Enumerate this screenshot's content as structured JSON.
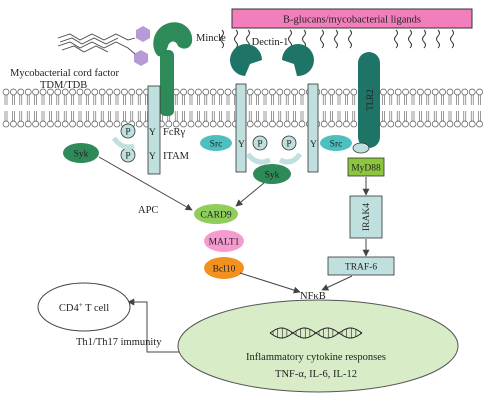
{
  "colors": {
    "ligand_bar": "#f27fbc",
    "teal_dark": "#1f7468",
    "teal_light": "#bfe0df",
    "src_teal": "#4dbfbf",
    "green_dark": "#2f8a5a",
    "green_light": "#8fce5a",
    "myd88": "#8cc63f",
    "malt1": "#f59bd0",
    "bcl10": "#f2911f",
    "ellipse_fill": "#d8ecc8",
    "membrane": "#555555",
    "arrow": "#444444",
    "hexagon": "#b79bd6"
  },
  "labels": {
    "ligands": "B-glucans/mycobacterial ligands",
    "mincle": "Mincle",
    "cord_factor_line1": "Mycobacterial cord factor",
    "cord_factor_line2": "TDM/TDB",
    "dectin1": "Dectin-1",
    "tlr2": "TLR2",
    "fcry": "FcRγ",
    "itam": "ITAM",
    "y": "Y",
    "p": "P",
    "syk": "Syk",
    "src": "Src",
    "myd88": "MyD88",
    "irak4": "IRAK4",
    "traf6": "TRAF-6",
    "apc": "APC",
    "card9": "CARD9",
    "malt1": "MALT1",
    "bcl10": "Bcl10",
    "nfkb": "NFκB",
    "cd4_main": "CD4",
    "cd4_sup": "+",
    "cd4_rest": " T cell",
    "th_immunity": "Th1/Th17 immunity",
    "inflammatory": "Inflammatory cytokine responses",
    "cytokines": "TNF-α, IL-6, IL-12"
  }
}
